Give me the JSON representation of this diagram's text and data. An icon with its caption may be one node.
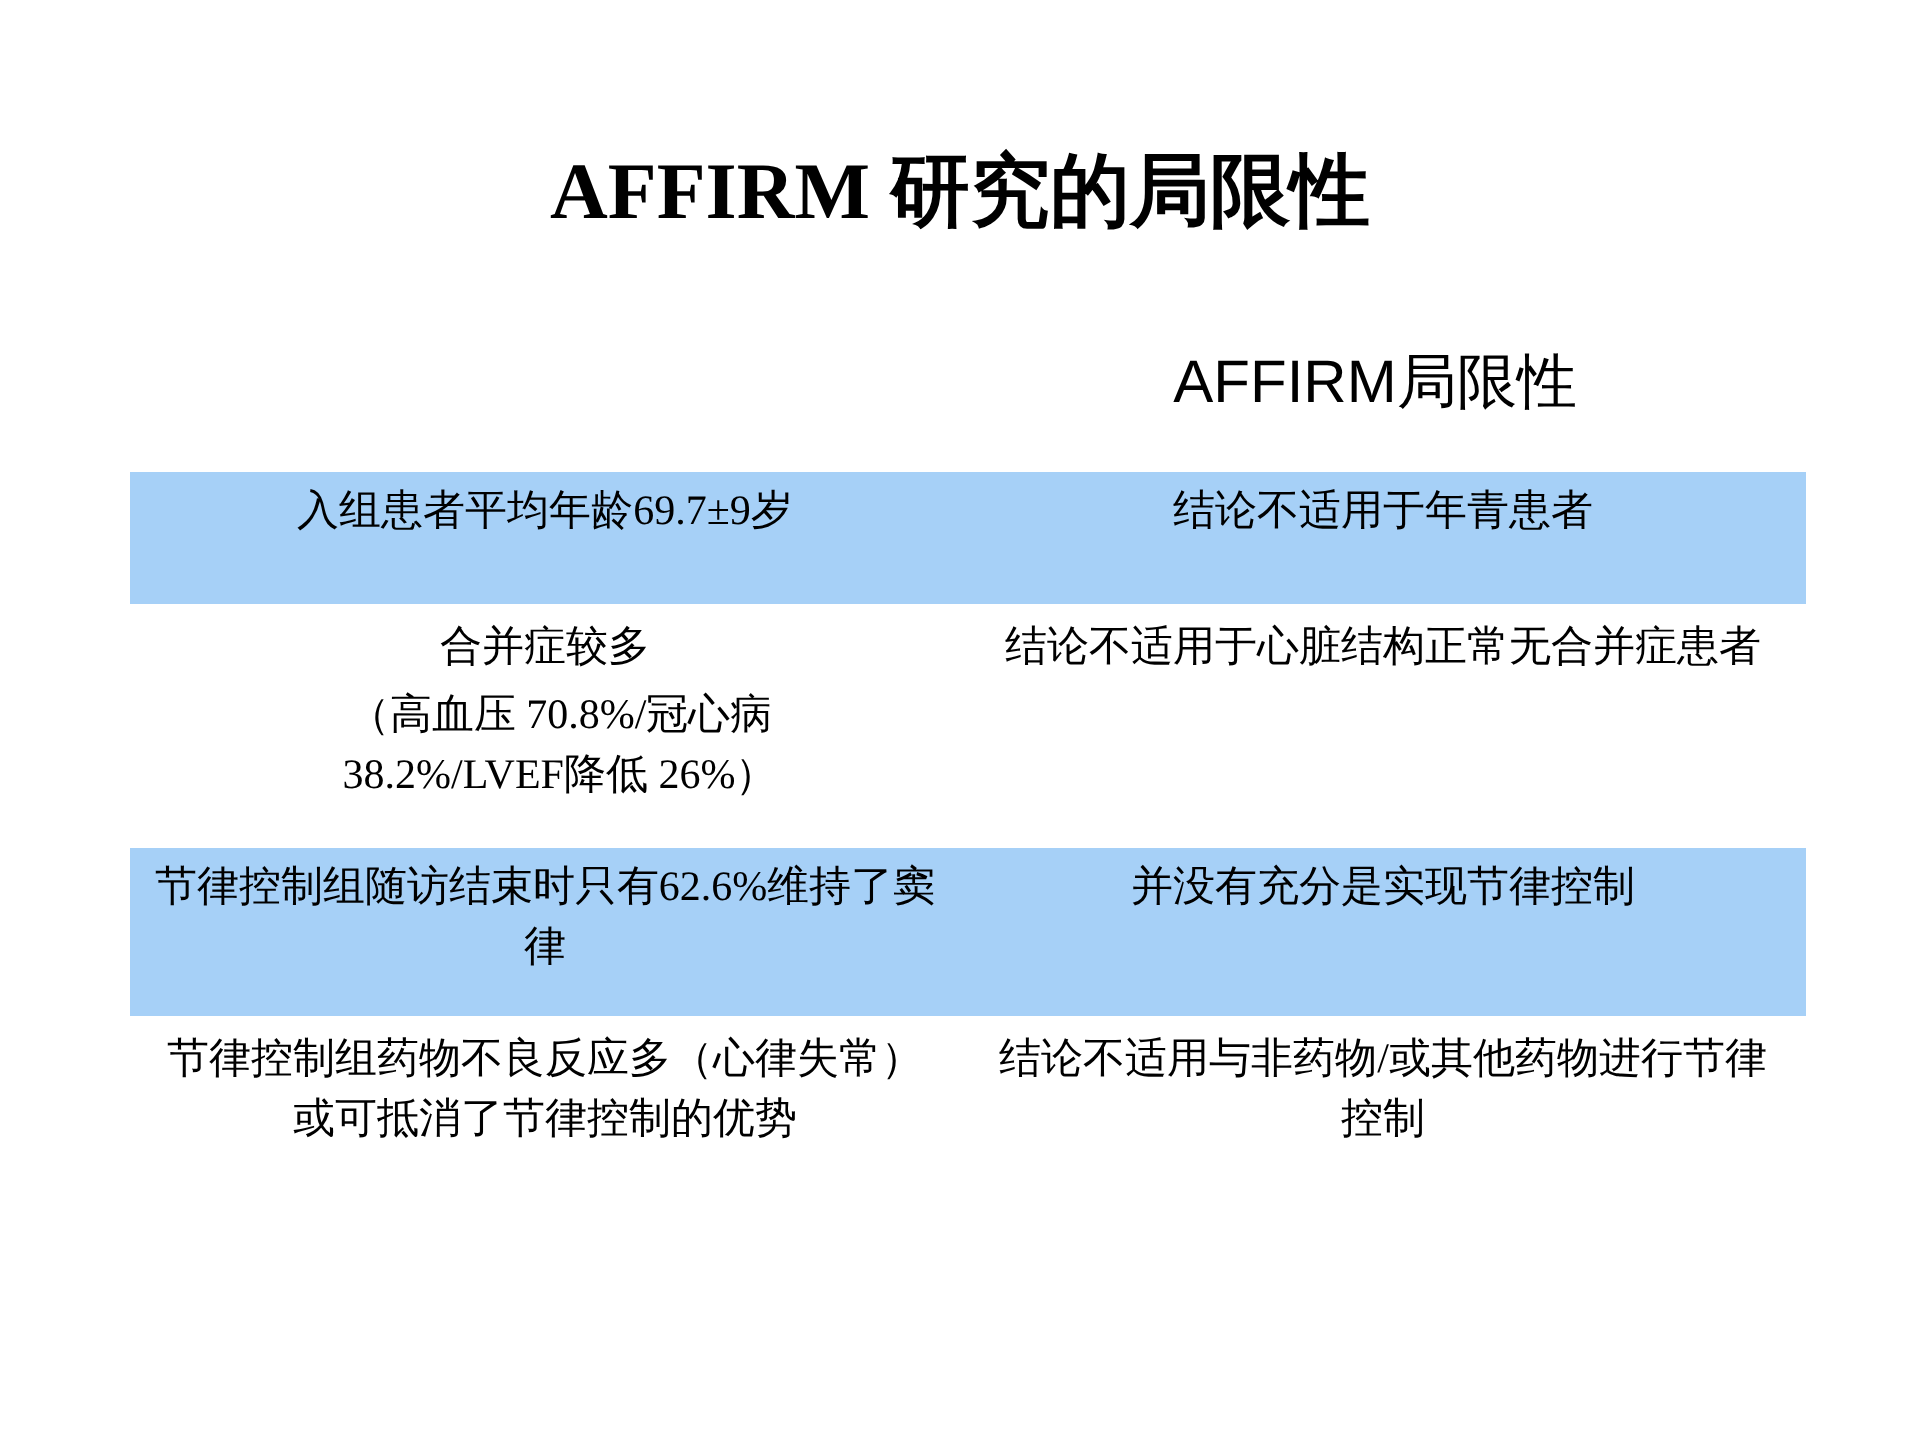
{
  "diagram": {
    "title": "AFFIRM 研究的局限性",
    "labels": [
      "AFFIRM局限性",
      "入组患者平均年龄69.7±9岁",
      "结论不适用于年青患者",
      "合并症较多",
      "（高血压 70.8%/冠心病 38.2%/LVEF降低 26%）",
      "结论不适用于心脏结构正常无合并症患者",
      "节律控制组随访结束时只有62.6%维持了窦律",
      "并没有充分是实现节律控制",
      "节律控制组药物不良反应多（心律失常）或可抵消了节律控制的优势",
      "结论不适用与非药物/或其他药物进行节律控制"
    ]
  }
}
